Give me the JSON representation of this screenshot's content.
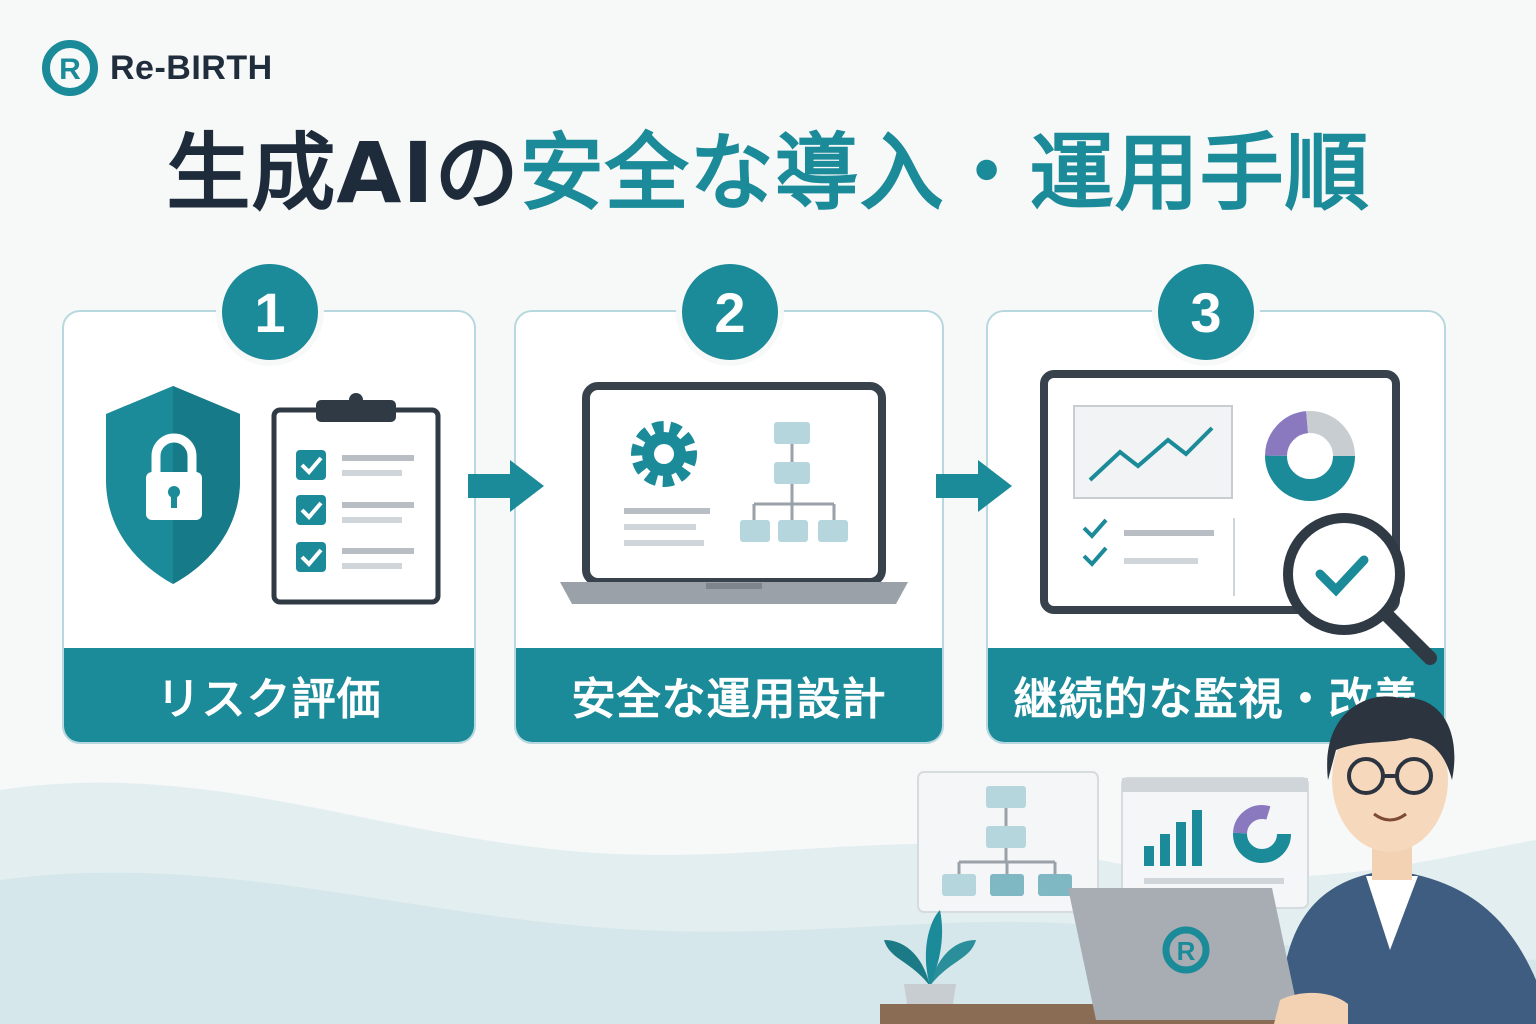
{
  "brand": {
    "name": "Re-BIRTH",
    "logo_letter": "R"
  },
  "title": {
    "part1": "生成AIの",
    "part2": "安全な導入・運用手順"
  },
  "steps": [
    {
      "number": "1",
      "label": "リスク評価"
    },
    {
      "number": "2",
      "label": "安全な運用設計"
    },
    {
      "number": "3",
      "label": "継続的な監視・改善"
    }
  ],
  "colors": {
    "teal": "#1b8a99",
    "dark": "#1e2b3a",
    "light_teal": "#b6d8de"
  },
  "icons": [
    "shield-lock-icon",
    "checklist-clipboard-icon",
    "arrow-right-icon",
    "laptop-icon",
    "gear-icon",
    "flowchart-icon",
    "monitor-dashboard-icon",
    "line-chart-icon",
    "donut-chart-icon",
    "magnifier-check-icon",
    "person-illustration",
    "plant-icon"
  ]
}
